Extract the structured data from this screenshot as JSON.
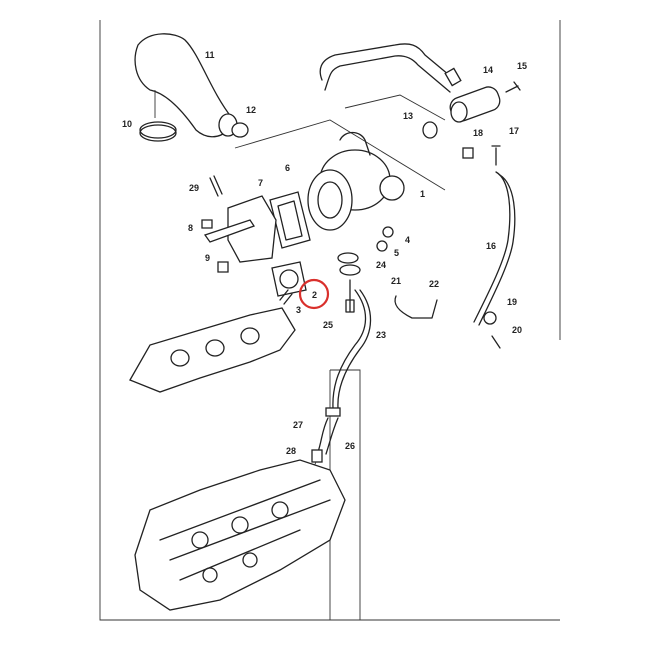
{
  "diagram": {
    "title": "Turbocharger assembly exploded view",
    "highlight_color": "#d9302c",
    "highlighted_part": "2",
    "callouts": [
      "1",
      "2",
      "3",
      "4",
      "5",
      "6",
      "7",
      "8",
      "9",
      "10",
      "11",
      "12",
      "13",
      "14",
      "15",
      "16",
      "17",
      "18",
      "19",
      "20",
      "21",
      "22",
      "23",
      "24",
      "25",
      "26",
      "27",
      "28",
      "29"
    ]
  }
}
